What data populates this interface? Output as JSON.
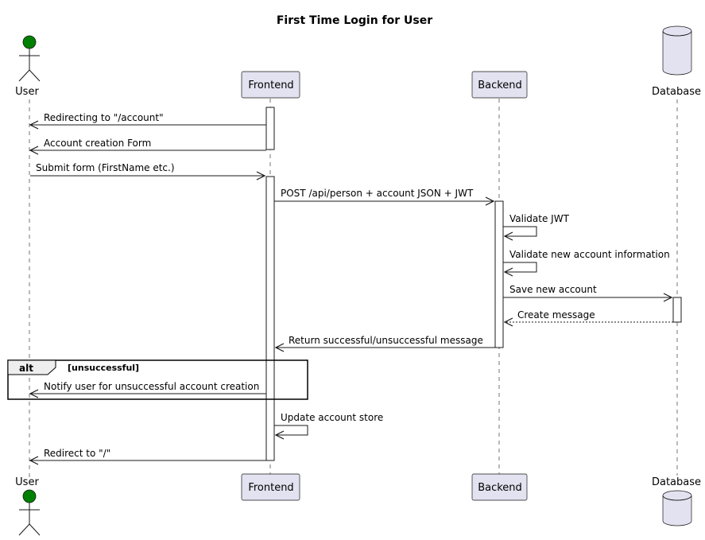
{
  "diagram": {
    "title": "First Time Login for User",
    "actor_color": "#008000",
    "participant_fill": "#e2e2f0",
    "participants": [
      {
        "id": "user",
        "label": "User",
        "kind": "actor-icon"
      },
      {
        "id": "frontend",
        "label": "Frontend",
        "kind": "participant"
      },
      {
        "id": "backend",
        "label": "Backend",
        "kind": "participant"
      },
      {
        "id": "database",
        "label": "Database",
        "kind": "database-icon"
      }
    ],
    "messages": [
      {
        "from": "Frontend",
        "to": "User",
        "text": "Redirecting to \"/account\""
      },
      {
        "from": "Frontend",
        "to": "User",
        "text": "Account creation Form"
      },
      {
        "from": "User",
        "to": "Frontend",
        "text": "Submit form (FirstName etc.)"
      },
      {
        "from": "Frontend",
        "to": "Backend",
        "text": "POST /api/person + account JSON + JWT"
      },
      {
        "from": "Backend",
        "to": "Backend",
        "text": "Validate JWT"
      },
      {
        "from": "Backend",
        "to": "Backend",
        "text": "Validate new account information"
      },
      {
        "from": "Backend",
        "to": "Database",
        "text": "Save new account"
      },
      {
        "from": "Database",
        "to": "Backend",
        "text": "Create message",
        "style": "dashed"
      },
      {
        "from": "Backend",
        "to": "Frontend",
        "text": "Return successful/unsuccessful message"
      },
      {
        "from": "Frontend",
        "to": "User",
        "text": "Notify user for unsuccessful account creation"
      },
      {
        "from": "Frontend",
        "to": "Frontend",
        "text": "Update account store"
      },
      {
        "from": "Frontend",
        "to": "User",
        "text": "Redirect to \"/\""
      }
    ],
    "fragment": {
      "operator": "alt",
      "guard": "[unsuccessful]"
    }
  }
}
